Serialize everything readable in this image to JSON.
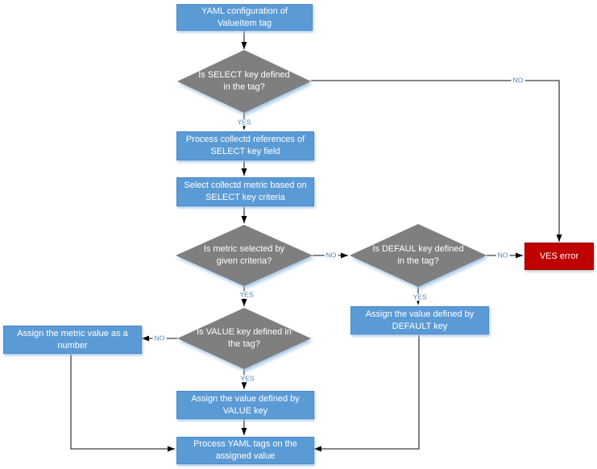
{
  "diagram": {
    "title": "YAML ValueItem tag processing flowchart",
    "colors": {
      "process_fill": "#5b9bd5",
      "process_border": "#4e8ac8",
      "decision_fill": "#7f7f7f",
      "error_fill": "#c00000",
      "error_border": "#8f0000",
      "edge_label_color": "#4f81bd",
      "line_color": "#3f3f3f",
      "text_color": "#ffffff"
    }
  },
  "nodes": {
    "yaml_config": {
      "type": "process",
      "label": "YAML configuration of ValueItem tag"
    },
    "select_key_decision": {
      "type": "decision",
      "label": "Is SELECT key defined in the tag?"
    },
    "process_references": {
      "type": "process",
      "label": "Process collectd references of SELECT key field"
    },
    "select_metric": {
      "type": "process",
      "label": "Select collectd metric based on SELECT key criteria"
    },
    "metric_selected_decision": {
      "type": "decision",
      "label": "Is metric selected by given criteria?"
    },
    "default_key_decision": {
      "type": "decision",
      "label": "Is DEFAUL key defined in the tag?"
    },
    "ves_error": {
      "type": "error",
      "label": "VES error"
    },
    "assign_default": {
      "type": "process",
      "label": "Assign the value defined by DEFAULT key"
    },
    "value_key_decision": {
      "type": "decision",
      "label": "Is VALUE key defined in the tag?"
    },
    "assign_metric_number": {
      "type": "process",
      "label": "Assign the metric value as a number"
    },
    "assign_value": {
      "type": "process",
      "label": "Assign the value defined by VALUE key"
    },
    "process_yaml_tags": {
      "type": "process",
      "label": "Process YAML tags on the assigned value"
    }
  },
  "edges": {
    "select_no": {
      "label": "NO"
    },
    "select_yes": {
      "label": "YES"
    },
    "metric_no": {
      "label": "NO"
    },
    "metric_yes": {
      "label": "YES"
    },
    "default_no": {
      "label": "NO"
    },
    "default_yes": {
      "label": "YES"
    },
    "value_no": {
      "label": "NO"
    },
    "value_yes": {
      "label": "YES"
    }
  }
}
